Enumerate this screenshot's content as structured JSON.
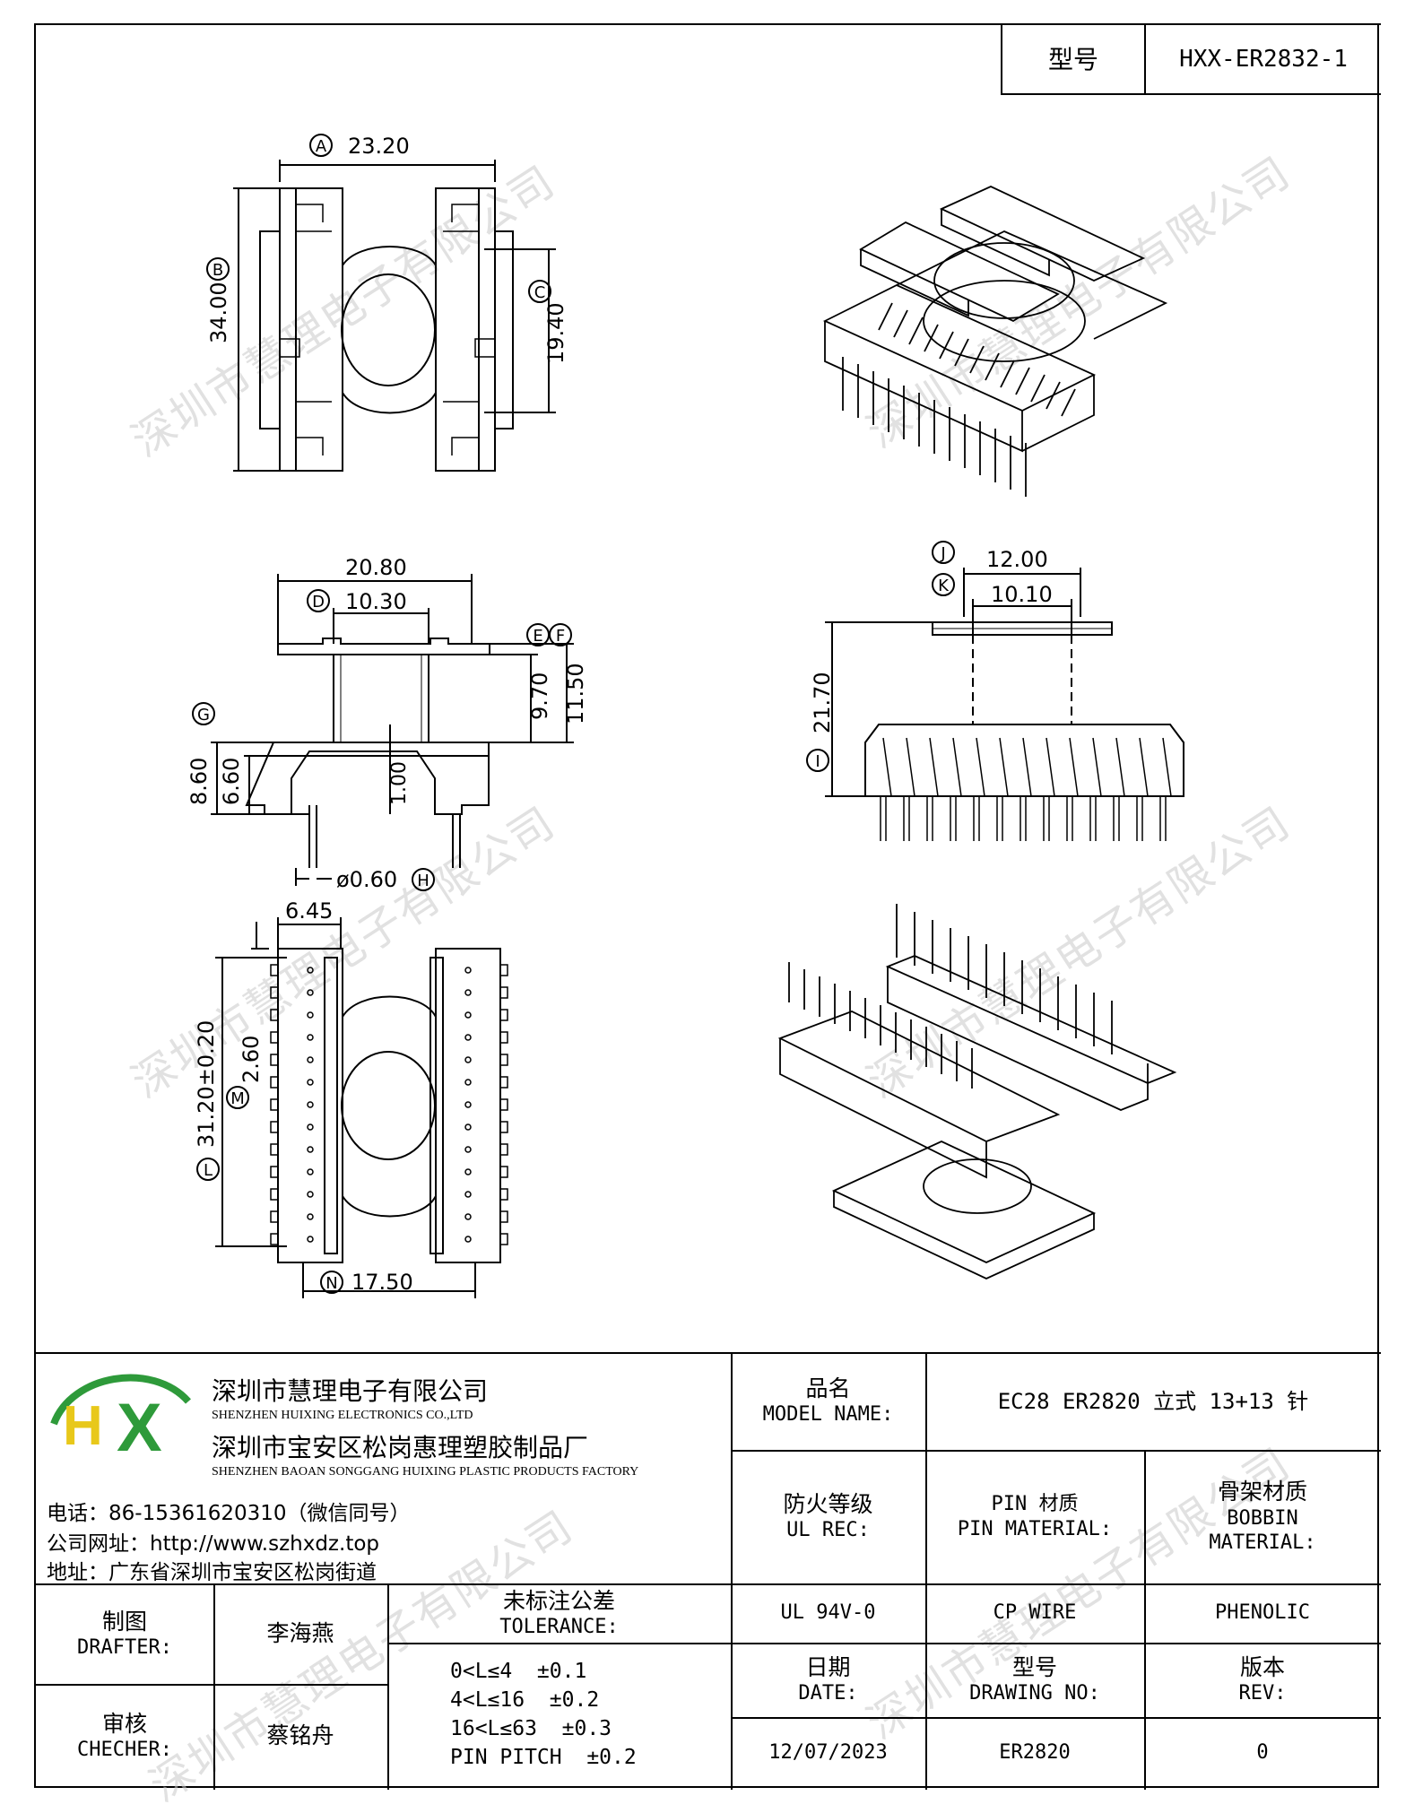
{
  "model_box": {
    "label": "型号",
    "value": "HXX-ER2832-1"
  },
  "watermark": "深圳市慧理电子有限公司",
  "dimensions": {
    "A": "23.20",
    "B": "34.00",
    "C": "19.40",
    "D": "10.30",
    "top_width": "20.80",
    "E": "E",
    "F": "F",
    "E_val": "9.70",
    "F_val": "11.50",
    "G": "8.60",
    "G2": "6.60",
    "gap": "1.00",
    "H": "ø0.60",
    "J": "12.00",
    "K": "10.10",
    "I": "21.70",
    "pin_offset": "6.45",
    "L": "31.20±0.20",
    "M": "2.60",
    "N": "17.50"
  },
  "company": {
    "name_cn": "深圳市慧理电子有限公司",
    "name_en": "SHENZHEN HUIXING ELECTRONICS CO.,LTD",
    "factory_cn": "深圳市宝安区松岗惠理塑胶制品厂",
    "factory_en": "SHENZHEN BAOAN SONGGANG HUIXING PLASTIC PRODUCTS FACTORY",
    "phone": "电话：86-15361620310（微信同号）",
    "website": "公司网址：http://www.szhxdz.top",
    "address": "地址：广东省深圳市宝安区松岗街道",
    "logo_text": "HX",
    "logo_green": "#2e9a3a",
    "logo_yellow": "#e8c81a"
  },
  "title_block": {
    "model_name_cn": "品名",
    "model_name_en": "MODEL NAME:",
    "model_name_value": "EC28 ER2820 立式 13+13 针",
    "ul_cn": "防火等级",
    "ul_en": "UL REC:",
    "pin_mat_1": "PIN 材质",
    "pin_mat_2": "PIN MATERIAL:",
    "bobbin_cn": "骨架材质",
    "bobbin_en1": "BOBBIN",
    "bobbin_en2": "MATERIAL:",
    "ul_value": "UL 94V-0",
    "pin_value": "CP WIRE",
    "bobbin_value": "PHENOLIC",
    "date_cn": "日期",
    "date_en": "DATE:",
    "drawno_cn": "型号",
    "drawno_en": "DRAWING NO:",
    "rev_cn": "版本",
    "rev_en": "REV:",
    "date_value": "12/07/2023",
    "drawno_value": "ER2820",
    "rev_value": "0",
    "drafter_cn": "制图",
    "drafter_en": "DRAFTER:",
    "drafter_value": "李海燕",
    "checker_cn": "审核",
    "checker_en": "CHECHER:",
    "checker_value": "蔡铭舟",
    "tolerance_cn": "未标注公差",
    "tolerance_en": "TOLERANCE:",
    "tolerance_lines": [
      "0<L≤4  ±0.1",
      "4<L≤16  ±0.2",
      "16<L≤63  ±0.3",
      "PIN PITCH  ±0.2"
    ]
  }
}
